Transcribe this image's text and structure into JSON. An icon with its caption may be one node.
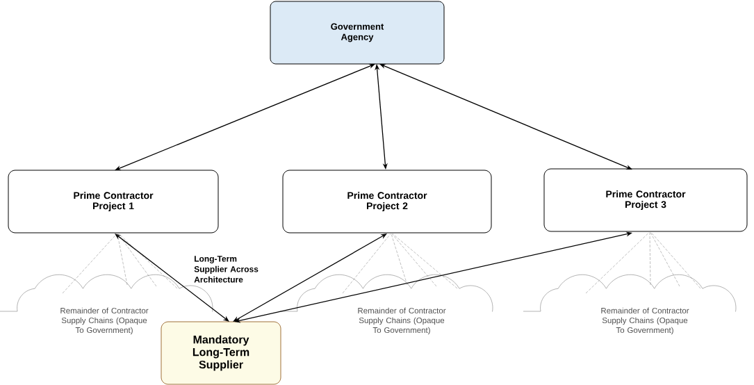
{
  "diagram": {
    "nodes": [
      {
        "text": [
          "Government Agency"
        ]
      },
      {
        "text": [
          "Prime Contractor Project 1"
        ]
      },
      {
        "text": [
          "Prime Contractor Project 2"
        ]
      },
      {
        "text": [
          "Prime Contractor Project 3"
        ]
      },
      {
        "text": [
          "Remainder of Contractor Supply Chains (Opaque To Government)"
        ]
      },
      {
        "text": [
          "Remainder of Contractor Supply Chains (Opaque To Government)"
        ]
      },
      {
        "text": [
          "Remainder of Contractor Supply Chains (Opaque To Government)"
        ]
      },
      {
        "text": [
          "Mandatory Long-Term Supplier"
        ]
      }
    ],
    "edges": [
      {
        "from": 0,
        "to": 1,
        "arrow": "both",
        "color": "#000000"
      },
      {
        "from": 0,
        "to": 2,
        "arrow": "both",
        "color": "#000000"
      },
      {
        "from": 0,
        "to": 3,
        "arrow": "both",
        "color": "#000000"
      },
      {
        "from": 1,
        "to": 7,
        "arrow": "both",
        "color": "#000000"
      },
      {
        "from": 7,
        "to": 2,
        "arrow": "both",
        "color": "#000000"
      },
      {
        "from": 7,
        "to": 3,
        "arrow": "both",
        "color": "#000000"
      },
      {
        "from": 4,
        "to": 1,
        "arrow": "none",
        "style": "dashed",
        "color": "#808080"
      },
      {
        "from": 4,
        "to": 1,
        "arrow": "none",
        "style": "dashed",
        "color": "#808080"
      },
      {
        "from": 4,
        "to": 1,
        "arrow": "none",
        "style": "dashed",
        "color": "#808080"
      },
      {
        "from": 4,
        "to": 1,
        "arrow": "none",
        "style": "dashed",
        "color": "#808080"
      },
      {
        "from": 5,
        "to": 2,
        "arrow": "none",
        "style": "dashed",
        "color": "#808080"
      },
      {
        "from": 5,
        "to": 2,
        "arrow": "none",
        "style": "dashed",
        "color": "#808080"
      },
      {
        "from": 5,
        "to": 2,
        "arrow": "none",
        "style": "dashed",
        "color": "#808080"
      },
      {
        "from": 5,
        "to": 2,
        "arrow": "none",
        "style": "dashed",
        "color": "#808080"
      },
      {
        "from": 6,
        "to": 3,
        "arrow": "none",
        "style": "dashed",
        "color": "#808080"
      },
      {
        "from": 6,
        "to": 3,
        "arrow": "none",
        "style": "dashed",
        "color": "#808080"
      },
      {
        "from": 6,
        "to": 3,
        "arrow": "none",
        "style": "dashed",
        "color": "#808080"
      },
      {
        "from": 6,
        "to": 3,
        "arrow": "none",
        "style": "dashed",
        "color": "#808080"
      }
    ],
    "labels": [
      "Long-Term Supplier Across Architecture"
    ]
  }
}
